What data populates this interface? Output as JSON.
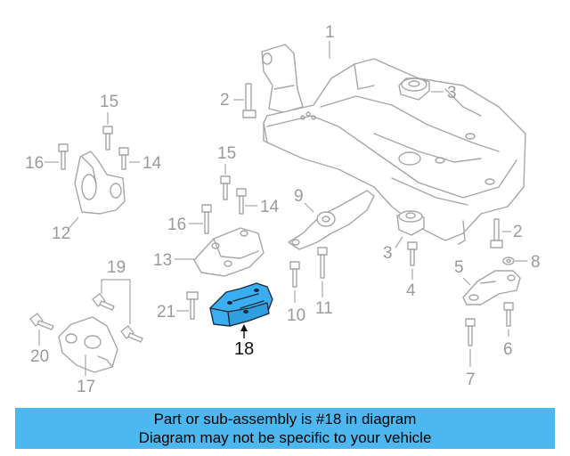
{
  "labels": {
    "n1": "1",
    "n2a": "2",
    "n2b": "2",
    "n3a": "3",
    "n3b": "3",
    "n4": "4",
    "n5": "5",
    "n6": "6",
    "n7": "7",
    "n8": "8",
    "n9": "9",
    "n10": "10",
    "n11": "11",
    "n12": "12",
    "n13": "13",
    "n14a": "14",
    "n14b": "14",
    "n15a": "15",
    "n15b": "15",
    "n16a": "16",
    "n16b": "16",
    "n17": "17",
    "n18": "18",
    "n19": "19",
    "n20": "20",
    "n21": "21"
  },
  "highlight": {
    "part_number": "18",
    "color": "#3aaef0"
  },
  "banner": {
    "line1": "Part or sub-assembly is #18 in diagram",
    "line2": "Diagram may not be specific to your vehicle",
    "color": "#4db8f0"
  }
}
